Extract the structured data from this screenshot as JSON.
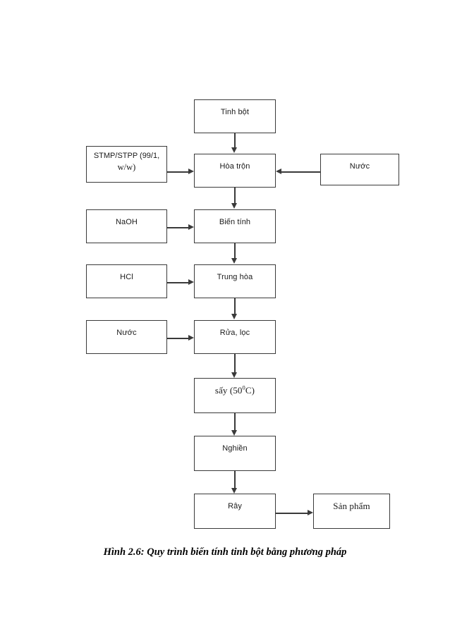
{
  "figure": {
    "caption": "Hình 2.6: Quy trình biến tính tinh bột bằng phương pháp"
  },
  "diagram": {
    "type": "process-flowchart",
    "orientation": "top-to-bottom",
    "main_chain": [
      {
        "id": "tinh-bot",
        "label": "Tinh bột"
      },
      {
        "id": "hoa-tron",
        "label": "Hòa trộn"
      },
      {
        "id": "bien-tinh",
        "label": "Biến tính"
      },
      {
        "id": "trung-hoa",
        "label": "Trung hòa"
      },
      {
        "id": "rua-loc",
        "label": "Rửa, lọc"
      },
      {
        "id": "say",
        "label_prefix": "sấy (50",
        "label_sup": "0",
        "label_suffix": "C)"
      },
      {
        "id": "nghien",
        "label": "Nghiền"
      },
      {
        "id": "ray",
        "label": "Rây"
      }
    ],
    "inputs_left": [
      {
        "id": "stmp-stpp",
        "line1": "STMP/STPP (99/1,",
        "line2": "w/w)",
        "target": "hoa-tron"
      },
      {
        "id": "naoh",
        "label": "NaOH",
        "target": "bien-tinh"
      },
      {
        "id": "hcl",
        "label": "HCl",
        "target": "trung-hoa"
      },
      {
        "id": "nuoc-rua",
        "label": "Nước",
        "target": "rua-loc"
      }
    ],
    "inputs_right": [
      {
        "id": "nuoc-hoa-tron",
        "label": "Nước",
        "target": "hoa-tron"
      }
    ],
    "outputs_right": [
      {
        "id": "san-pham",
        "label": "Sản phẩm",
        "source": "ray"
      }
    ],
    "colors": {
      "box_border": "#3a3a3a",
      "connector": "#3a3a3a",
      "text": "#1a1a1a",
      "background": "#ffffff"
    }
  }
}
